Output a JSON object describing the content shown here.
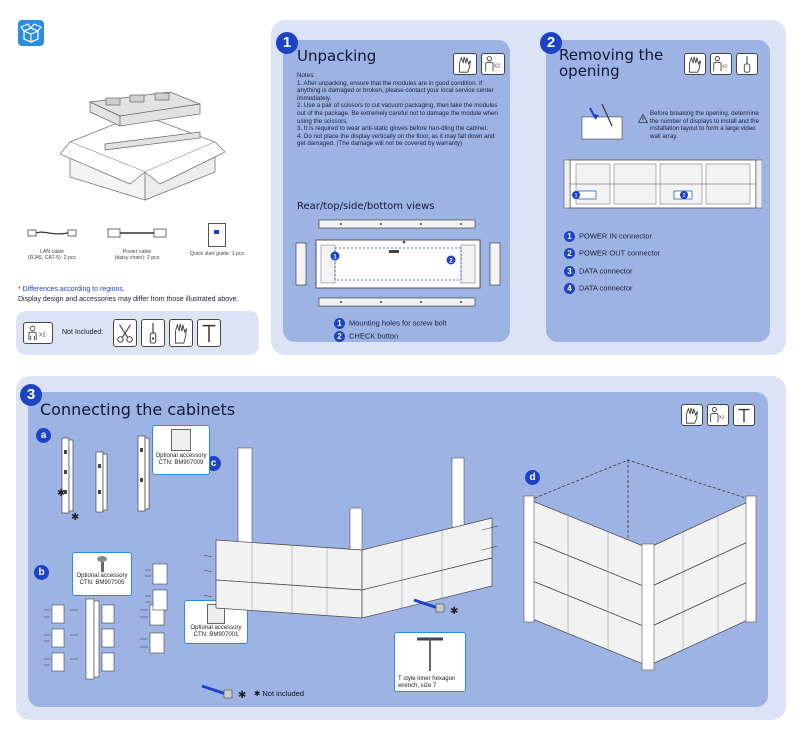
{
  "top_left": {
    "accessories": [
      {
        "label": "LAN cable\n(RJ45, CAT-5): 2 pcs"
      },
      {
        "label": "Power cable\n(daisy chain): 2 pcs"
      },
      {
        "label": "Quick start guide: 1 pcs"
      }
    ],
    "region_note": "* Differences according to regions.",
    "display_note": "Display design and accessories may differ from those illustrated above.",
    "not_included_label": "Not Included:",
    "x2": "X2"
  },
  "unpacking": {
    "step": "1",
    "title": "Unpacking",
    "notes_heading": "Notes:",
    "notes": [
      "1. After unpacking, ensure that the modules are in good condition. If anything is damaged or broken, please contact your local service center immediately.",
      "2. Use a pair of scissors to cut vacuum packaging, then take the modules out of the package. Be extremely careful not to damage the module when using the scissors.",
      "3. It is required to wear anti-static gloves before han-dling the cabinet.",
      "4. Do not place the display vertically on the floor, as it may fall down and get damaged. (The damage will not be covered by warranty)"
    ],
    "views_title": "Rear/top/side/bottom views",
    "legend": [
      {
        "num": "1",
        "text": "Mounting holes for screw bolt"
      },
      {
        "num": "2",
        "text": "CHECK button"
      }
    ],
    "x2": "X2"
  },
  "removing": {
    "step": "2",
    "title": "Removing the opening",
    "warning": "Before breaking the opening, determine the  number of displays to install and the installation layout to form a large video wall array.",
    "legend": [
      {
        "num": "1",
        "text": "POWER IN connector"
      },
      {
        "num": "2",
        "text": "POWER OUT connector"
      },
      {
        "num": "3",
        "text": "DATA connector"
      },
      {
        "num": "4",
        "text": "DATA connector"
      }
    ],
    "x2": "X2"
  },
  "connecting": {
    "step": "3",
    "title": "Connecting the cabinets",
    "sub_a": "a",
    "sub_b": "b",
    "sub_c": "c",
    "sub_d": "d",
    "callout_a": "Optional accessory\nCTN: BM907009",
    "callout_b1": "Optional accessory\nCTN: BM907005",
    "callout_b2": "Optional accessory\nCTN: BM907001",
    "callout_wrench": "T style inner hexagon\nwrench, size 7",
    "not_included": "✱ Not included",
    "x2": "X2"
  },
  "colors": {
    "accent": "#1d43c4",
    "panel": "#dbe3f5",
    "inner": "#9db3e4",
    "callout": "#2a8de0"
  }
}
